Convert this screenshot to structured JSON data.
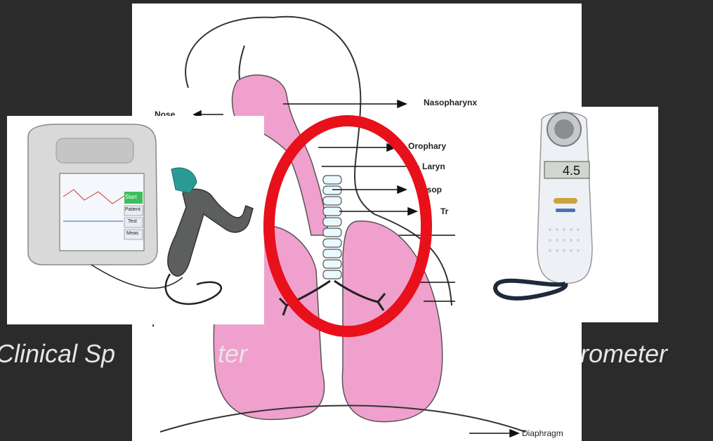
{
  "captions": {
    "left": "Clinical Sp",
    "left_tail": "ter",
    "right": "irometer"
  },
  "anatomy_labels": {
    "nose": "Nose",
    "nasopharynx": "Nasopharynx",
    "oropharynx": "Orophary",
    "larynx": "Laryn",
    "esophagus": "esop",
    "trachea": "Tr",
    "diaphragm": "Diaphragm"
  },
  "devices": {
    "clinical_screen_buttons": [
      "Start",
      "Patient",
      "Test",
      "Meas"
    ],
    "portable_display": "4.5"
  },
  "colors": {
    "background": "#2b2b2b",
    "caption": "#e6e6e6",
    "lung_pink": "#f0a0cc",
    "highlight_circle": "#e8101a"
  }
}
